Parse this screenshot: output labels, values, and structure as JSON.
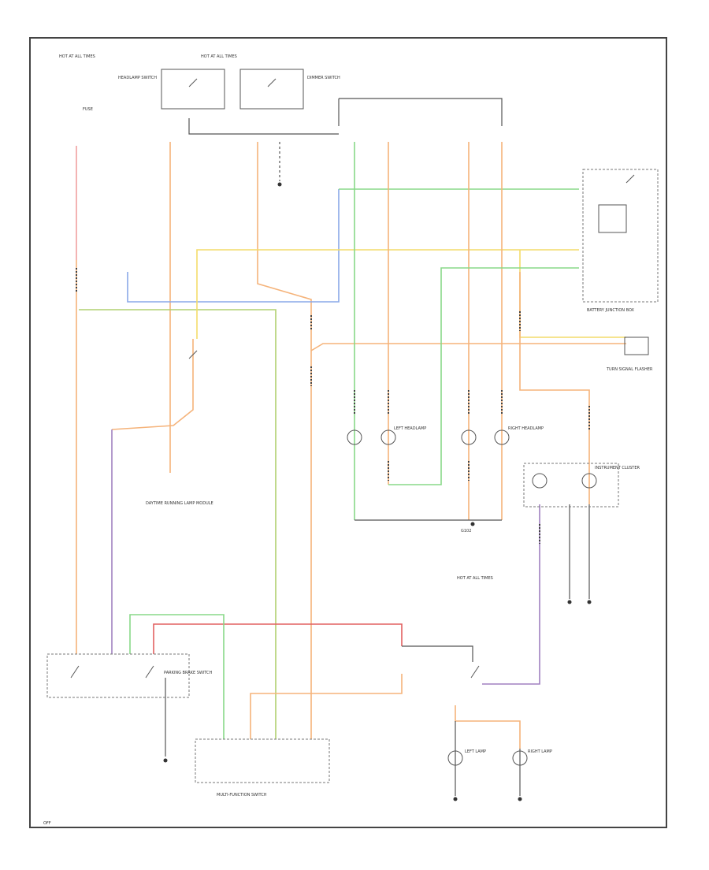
{
  "diagram": {
    "wire_colors": {
      "red": "#f0a0a0",
      "orange": "#f5b37a",
      "yellow": "#f4dc6a",
      "green": "#88d888",
      "blue": "#8aa8e8",
      "purple": "#a080c0",
      "gray": "#555555",
      "brown": "#b07050"
    },
    "labels": {
      "hot_in_run_left": "HOT AT ALL TIMES",
      "hot_in_run_top": "HOT AT ALL TIMES",
      "headlamp_switch": "HEADLAMP SWITCH",
      "dimmer_switch": "DIMMER SWITCH",
      "multifunction_switch": "MULTI-FUNCTION SWITCH",
      "battery_junction_box": "BATTERY JUNCTION BOX",
      "turn_signal_flasher": "TURN SIGNAL FLASHER",
      "left_headlamp": "LEFT HEADLAMP",
      "right_headlamp": "RIGHT HEADLAMP",
      "instrument_cluster": "INSTRUMENT CLUSTER",
      "daytime_running_module": "DAYTIME RUNNING LAMP MODULE",
      "parking_brake": "PARKING BRAKE SWITCH",
      "hot_in_run_bottom": "HOT AT ALL TIMES",
      "left_lamp": "LEFT LAMP",
      "right_lamp": "RIGHT LAMP",
      "fuse": "FUSE",
      "ground": "G102",
      "hot_on_off": "OFF"
    }
  }
}
